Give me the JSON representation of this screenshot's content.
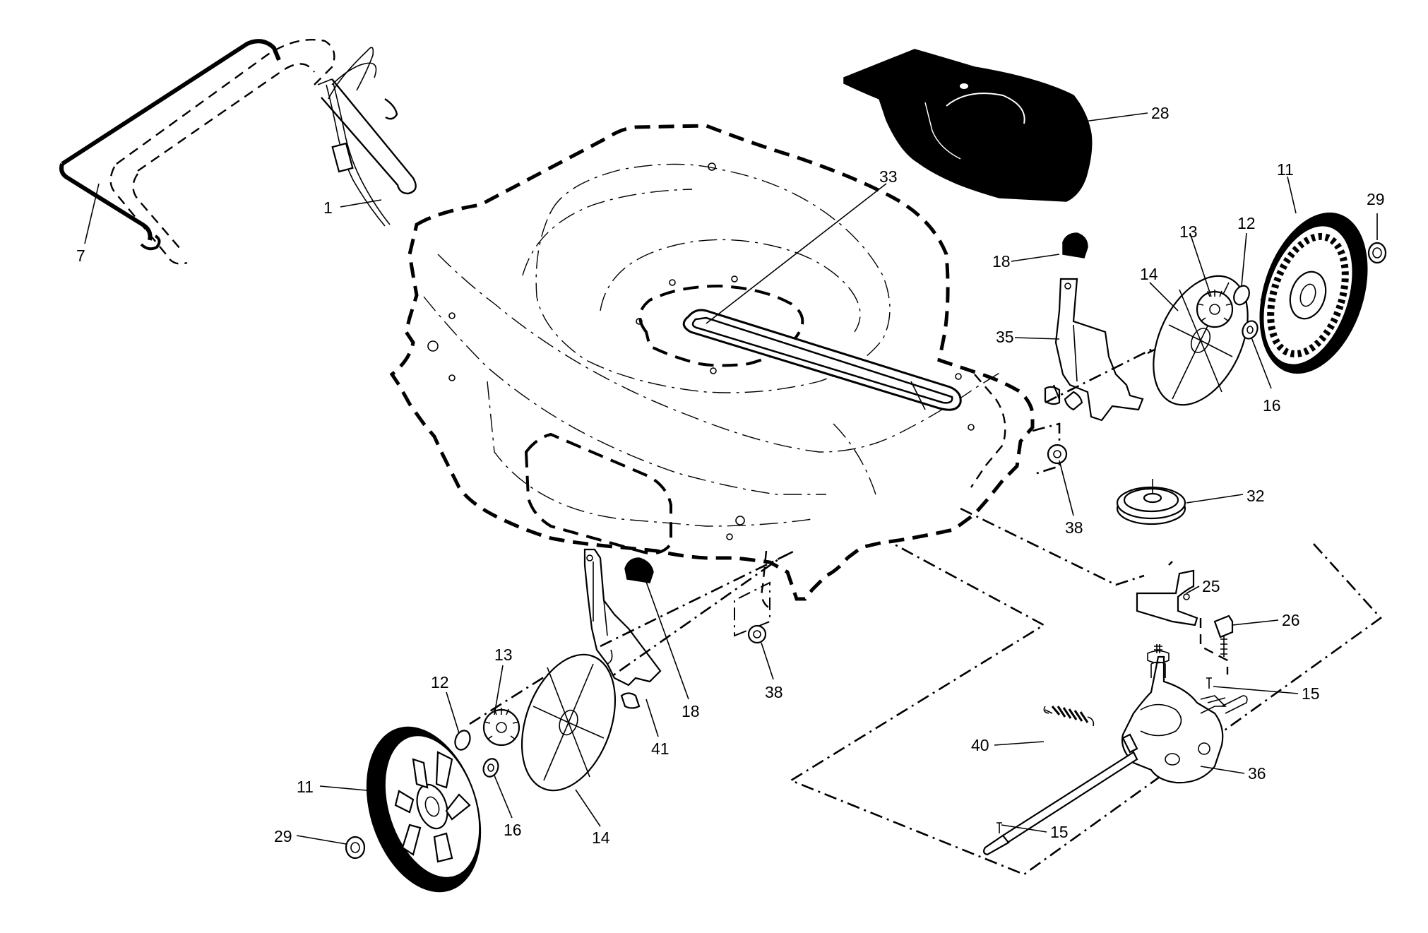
{
  "callouts": {
    "c1": "1",
    "c7": "7",
    "c28": "28",
    "c33": "33",
    "c11_right": "11",
    "c29_right": "29",
    "c12_right": "12",
    "c13_right": "13",
    "c14_right": "14",
    "c18_right": "18",
    "c35": "35",
    "c16_right": "16",
    "c38_right": "38",
    "c32": "32",
    "c25": "25",
    "c26": "26",
    "c15_upper": "15",
    "c40": "40",
    "c36": "36",
    "c15_lower": "15",
    "c38_left": "38",
    "c18_left": "18",
    "c41": "41",
    "c13_left": "13",
    "c12_left": "12",
    "c11_left": "11",
    "c29_left": "29",
    "c16_left": "16",
    "c14_left": "14"
  }
}
